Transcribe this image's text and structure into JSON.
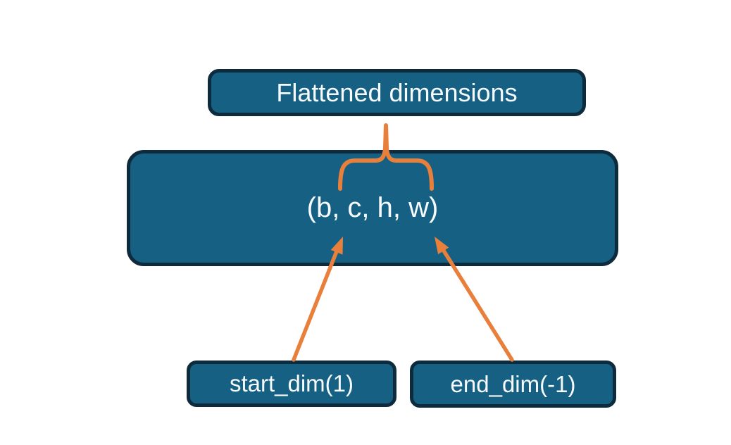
{
  "colors": {
    "background": "#ffffff",
    "node_fill": "#156083",
    "node_border": "#0d2b3c",
    "node_text": "#f7fafc",
    "accent_orange": "#e8803c"
  },
  "diagram": {
    "nodes": {
      "flattened": {
        "label": "Flattened dimensions"
      },
      "tensor": {
        "label": "(b, c, h, w)"
      },
      "start_dim": {
        "label": "start_dim(1)"
      },
      "end_dim": {
        "label": "end_dim(-1)"
      }
    },
    "connectors": [
      {
        "id": "flatten-brace",
        "type": "curly-brace",
        "from": "tensor dims c through w",
        "to": "flattened"
      },
      {
        "id": "start-dim-arrow",
        "type": "arrow",
        "from": "start_dim",
        "to": "tensor dim c"
      },
      {
        "id": "end-dim-arrow",
        "type": "arrow",
        "from": "end_dim",
        "to": "tensor dim w"
      }
    ]
  }
}
